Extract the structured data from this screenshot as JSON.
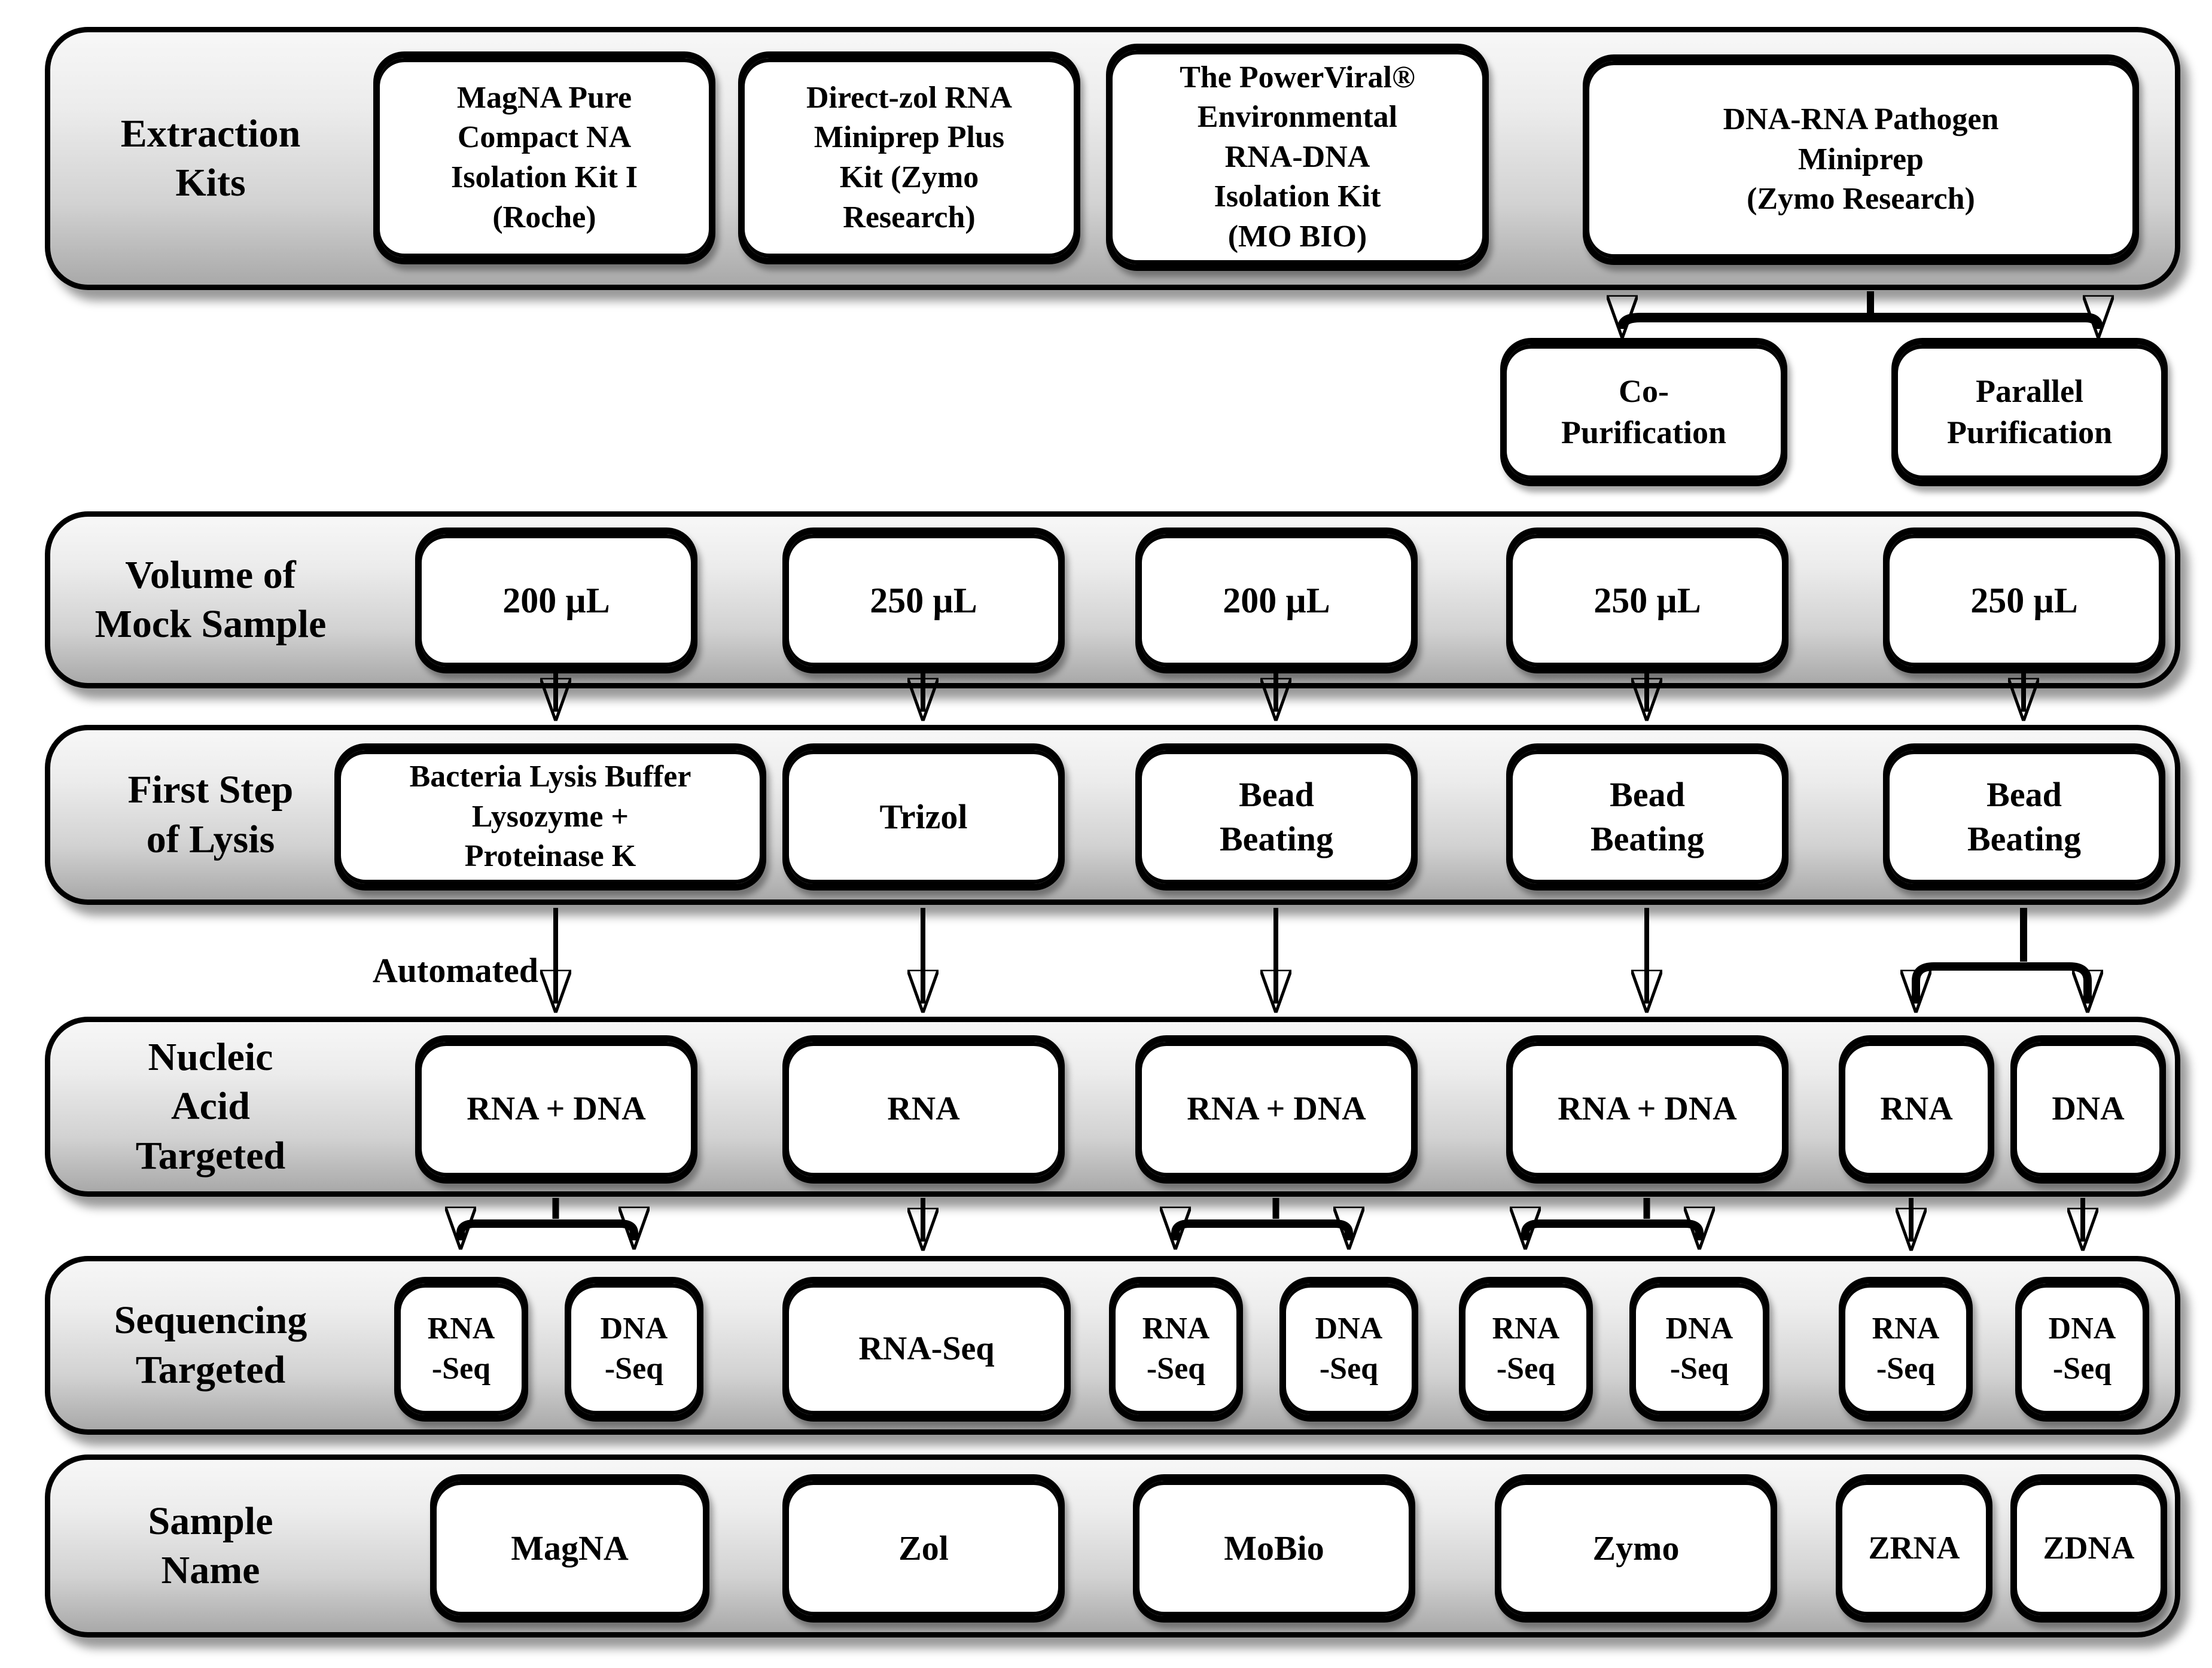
{
  "colors": {
    "background": "#ffffff",
    "band_fill_top": "#f7f7f7",
    "band_fill_bottom": "#a9a9a9",
    "band_border": "#000000",
    "node_fill": "#ffffff",
    "node_border": "#000000",
    "arrow": "#000000"
  },
  "bands": [
    {
      "label": "Extraction\nKits",
      "boxes": [
        {
          "label": "MagNA Pure\nCompact NA\nIsolation Kit I\n(Roche)"
        },
        {
          "label": "Direct-zol RNA\nMiniprep Plus\nKit (Zymo\nResearch)"
        },
        {
          "label": "The PowerViral®\nEnvironmental\nRNA-DNA\nIsolation Kit\n(MO BIO)"
        },
        {
          "label": "DNA-RNA Pathogen\nMiniprep\n(Zymo Research)"
        }
      ]
    },
    {
      "label": "Volume of\nMock Sample",
      "boxes": [
        {
          "label": "200 µL"
        },
        {
          "label": "250 µL"
        },
        {
          "label": "200 µL"
        },
        {
          "label": "250 µL"
        },
        {
          "label": "250 µL"
        }
      ]
    },
    {
      "label": "First Step\nof Lysis",
      "boxes": [
        {
          "label": "Bacteria Lysis Buffer\nLysozyme +\nProteinase K"
        },
        {
          "label": "Trizol"
        },
        {
          "label": "Bead\nBeating"
        },
        {
          "label": "Bead\nBeating"
        },
        {
          "label": "Bead\nBeating"
        }
      ]
    },
    {
      "label": "Nucleic\nAcid\nTargeted",
      "boxes": [
        {
          "label": "RNA + DNA"
        },
        {
          "label": "RNA"
        },
        {
          "label": "RNA + DNA"
        },
        {
          "label": "RNA + DNA"
        },
        {
          "label": "RNA"
        },
        {
          "label": "DNA"
        }
      ]
    },
    {
      "label": "Sequencing\nTargeted",
      "boxes": [
        {
          "label": "RNA\n-Seq"
        },
        {
          "label": "DNA\n-Seq"
        },
        {
          "label": "RNA-Seq"
        },
        {
          "label": "RNA\n-Seq"
        },
        {
          "label": "DNA\n-Seq"
        },
        {
          "label": "RNA\n-Seq"
        },
        {
          "label": "DNA\n-Seq"
        },
        {
          "label": "RNA\n-Seq"
        },
        {
          "label": "DNA\n-Seq"
        }
      ]
    },
    {
      "label": "Sample\nName",
      "boxes": [
        {
          "label": "MagNA"
        },
        {
          "label": "Zol"
        },
        {
          "label": "MoBio"
        },
        {
          "label": "Zymo"
        },
        {
          "label": "ZRNA"
        },
        {
          "label": "ZDNA"
        }
      ]
    }
  ],
  "purification": [
    {
      "label": "Co-\nPurification"
    },
    {
      "label": "Parallel\nPurification"
    }
  ],
  "annotations": {
    "automated": "Automated"
  }
}
